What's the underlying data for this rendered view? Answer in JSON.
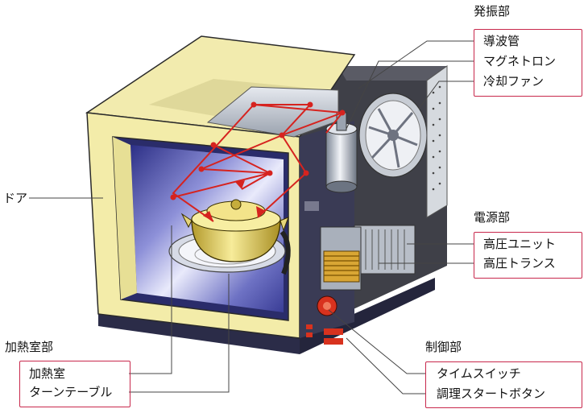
{
  "groups": {
    "oscillator": {
      "title": "発振部",
      "items": [
        "導波管",
        "マグネトロン",
        "冷却ファン"
      ]
    },
    "power": {
      "title": "電源部",
      "items": [
        "高圧ユニット",
        "高圧トランス"
      ]
    },
    "heating_chamber": {
      "title": "加熱室部",
      "items": [
        "加熱室",
        "ターンテーブル"
      ]
    },
    "control": {
      "title": "制御部",
      "items": [
        "タイムスイッチ",
        "調理スタートボタン"
      ]
    },
    "door": {
      "label": "ドア"
    }
  },
  "colors": {
    "box_border": "#c8284c",
    "microwave_path": "#d6231f",
    "cabinet": "#f1eaa6",
    "cavity": "#5d62b8"
  }
}
